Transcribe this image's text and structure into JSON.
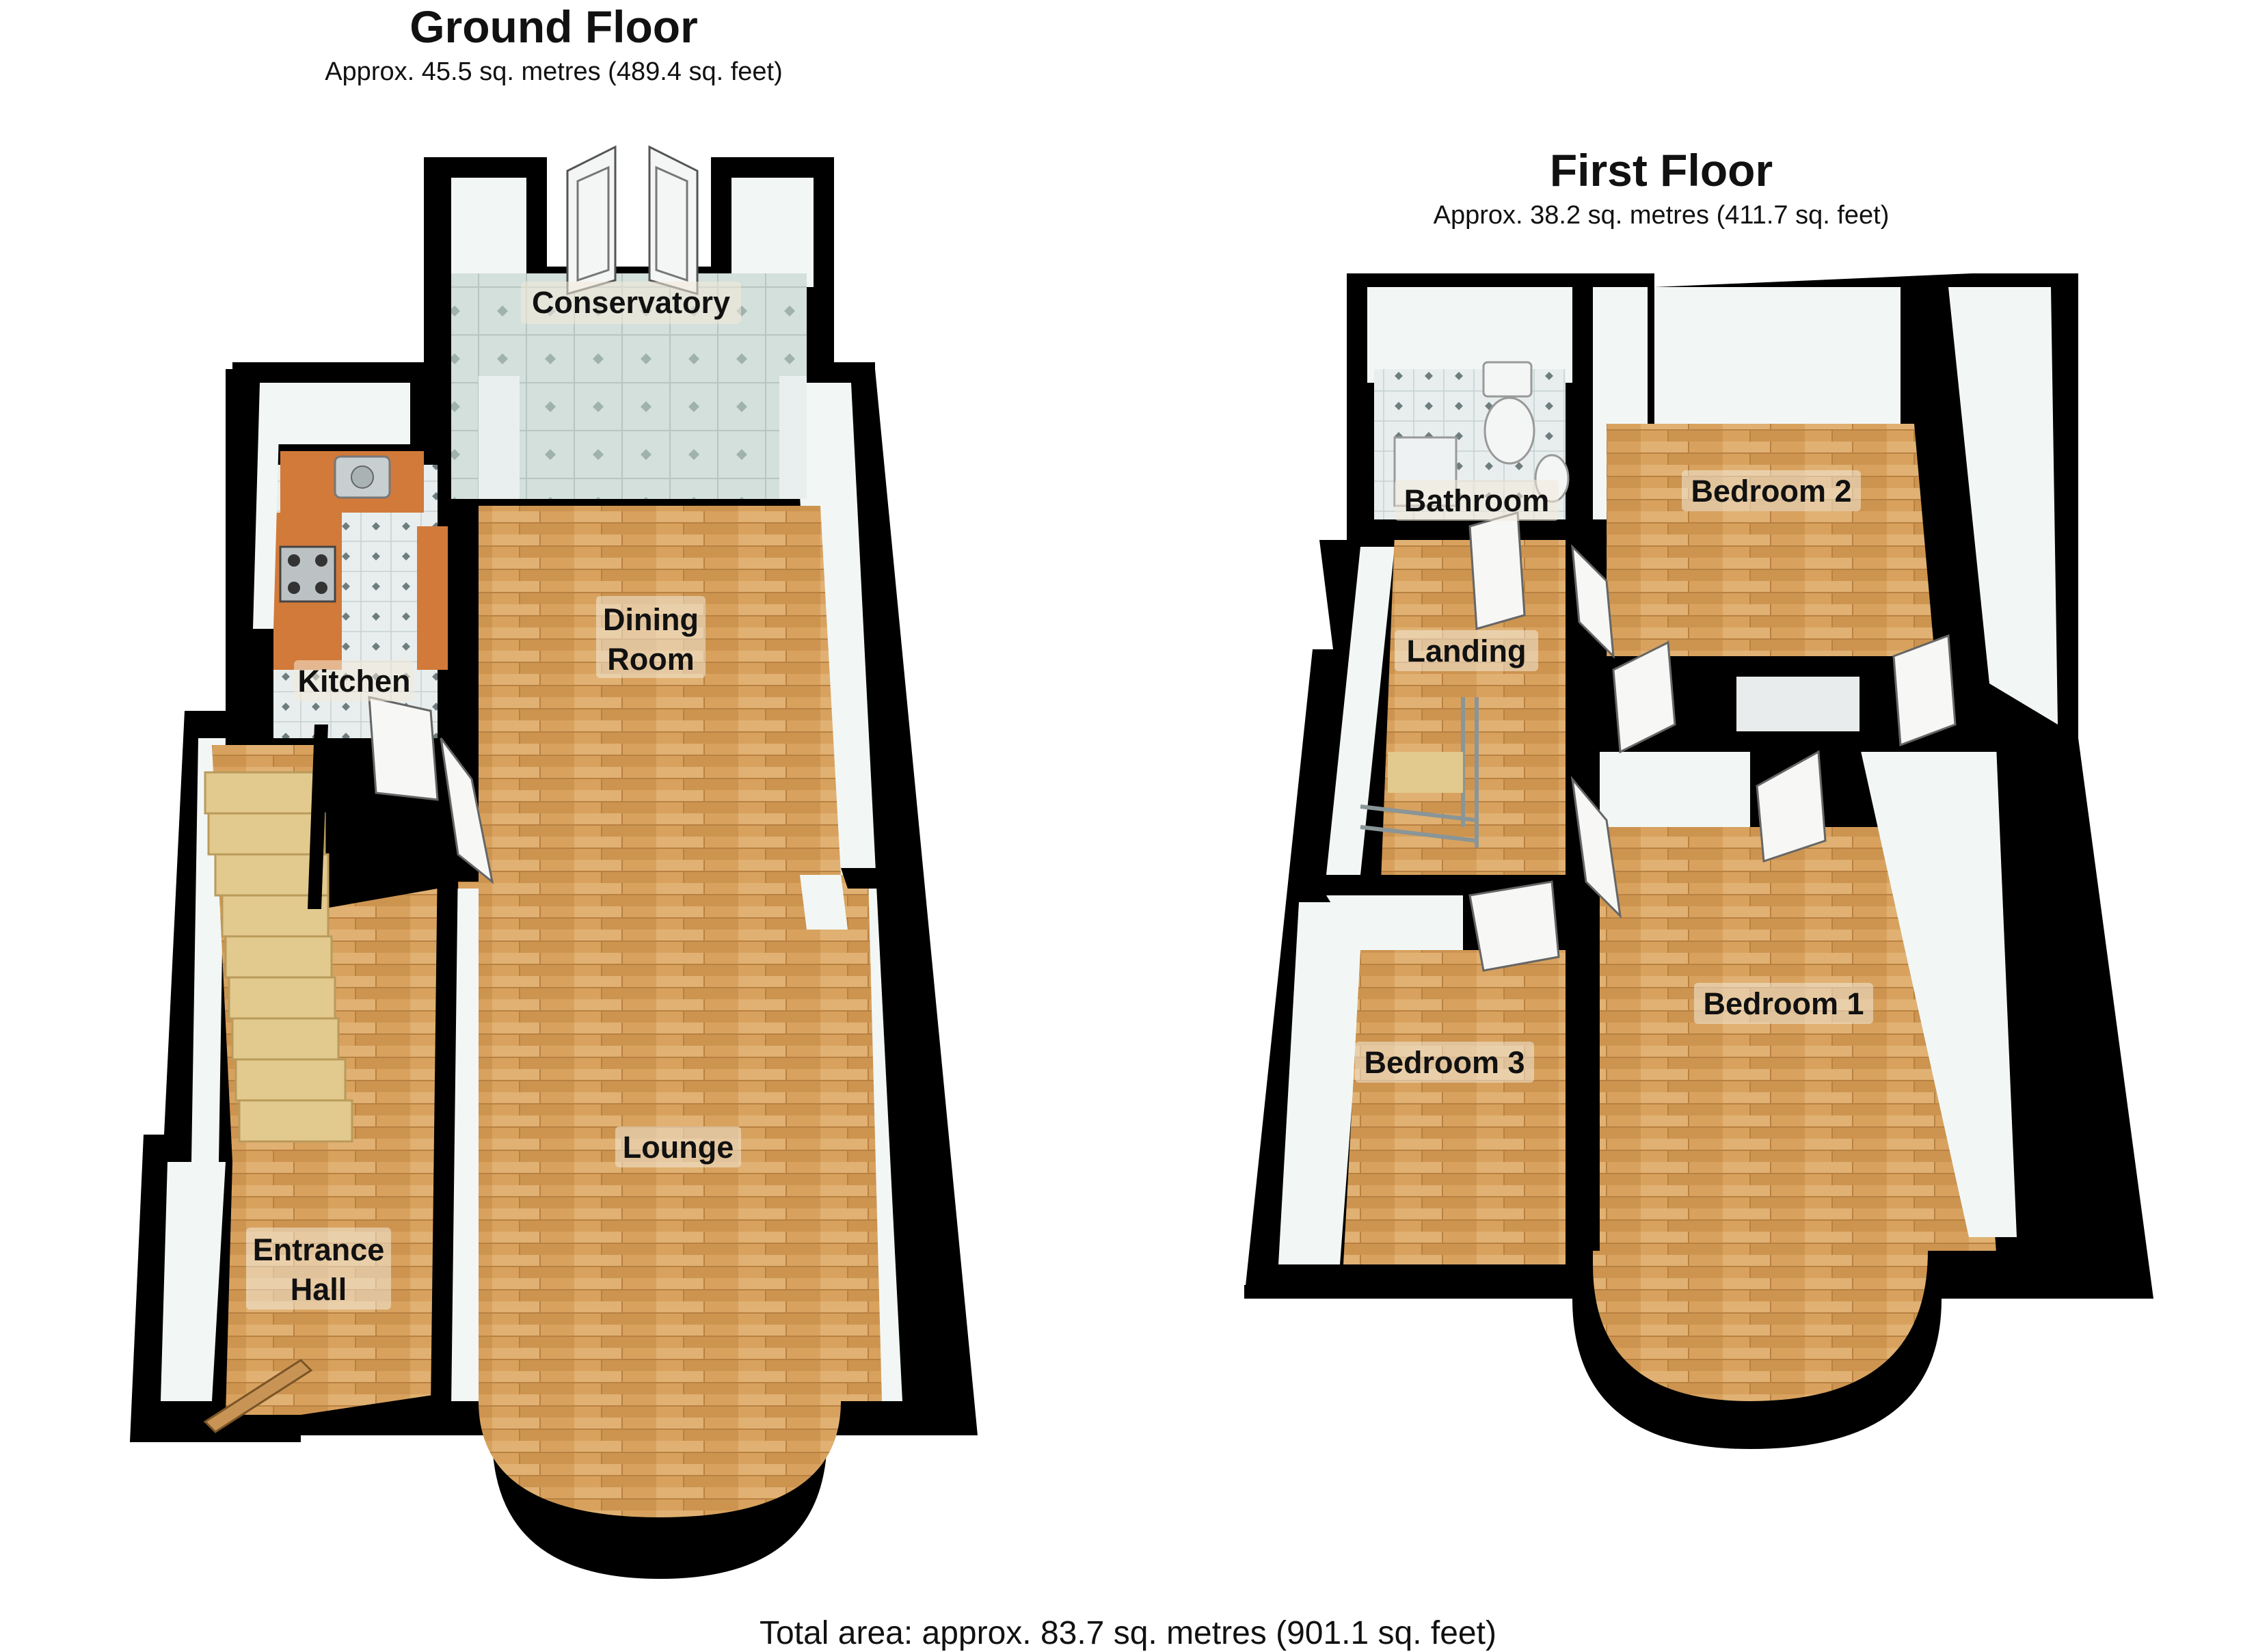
{
  "ground_floor": {
    "title": "Ground Floor",
    "area": "Approx.  45.5 sq. metres (489.4 sq. feet)",
    "rooms": {
      "conservatory": "Conservatory",
      "dining_room_line1": "Dining",
      "dining_room_line2": "Room",
      "kitchen": "Kitchen",
      "lounge": "Lounge",
      "entrance_hall_line1": "Entrance",
      "entrance_hall_line2": "Hall"
    }
  },
  "first_floor": {
    "title": "First Floor",
    "area": "Approx.  38.2 sq. metres (411.7 sq. feet)",
    "rooms": {
      "bathroom": "Bathroom",
      "bedroom_2": "Bedroom 2",
      "landing": "Landing",
      "bedroom_3": "Bedroom 3",
      "bedroom_1": "Bedroom 1"
    }
  },
  "total_area": "Total area: approx.  83.7 sq. metres (901.1 sq. feet)",
  "colors": {
    "wall": "#000000",
    "floor_wood": "#d9a45f",
    "floor_tile": "#cfdcd8",
    "wall_face": "#f2f7f6",
    "kitchen_worktop": "#d27a3a",
    "stairs": "#e2c98d"
  }
}
